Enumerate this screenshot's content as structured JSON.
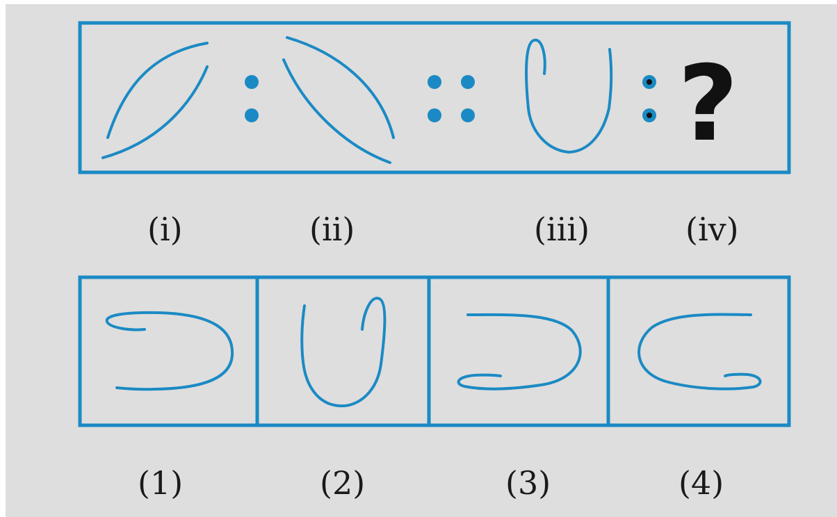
{
  "colors": {
    "accent": "#1b8ac4",
    "dark": "#111111",
    "background": "#dedede"
  },
  "question": {
    "symbol_ratio": ":",
    "symbol_proportion": "::",
    "unknown": "?",
    "figure_labels": [
      "(i)",
      "(ii)",
      "(iii)",
      "(iv)"
    ]
  },
  "options": {
    "labels": [
      "(1)",
      "(2)",
      "(3)",
      "(4)"
    ]
  }
}
